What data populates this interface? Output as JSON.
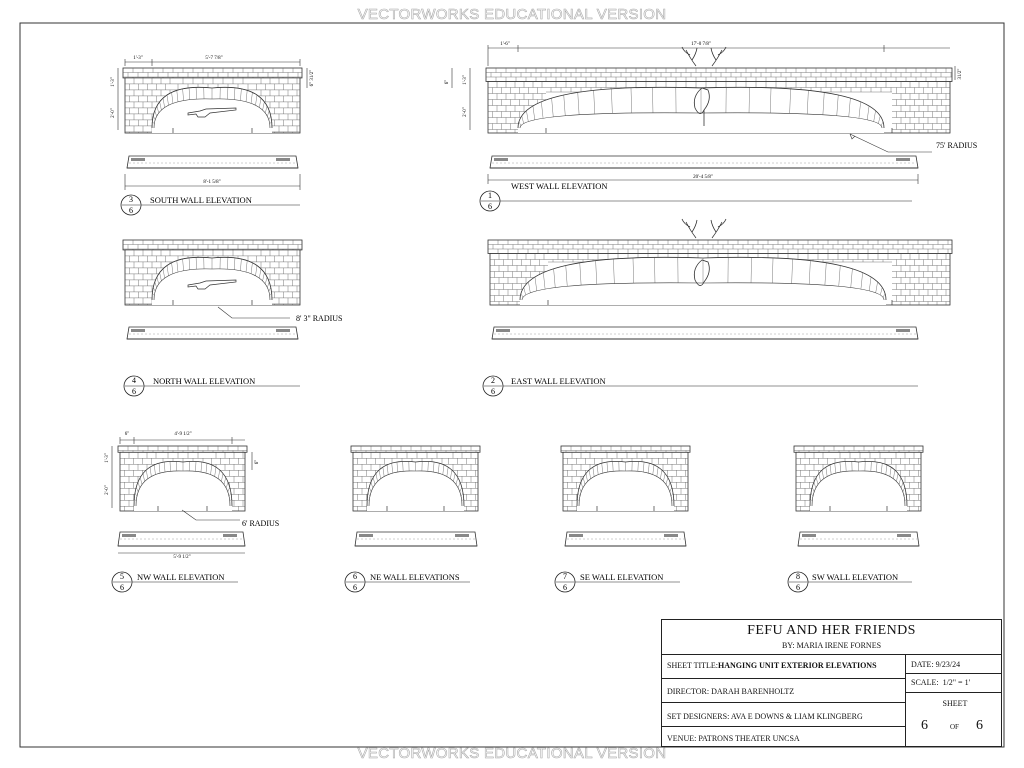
{
  "watermark": "VECTORWORKS EDUCATIONAL VERSION",
  "elevations": [
    {
      "num": "3",
      "sheet": "6",
      "label": "SOUTH WALL ELEVATION"
    },
    {
      "num": "1",
      "sheet": "6",
      "label": "WEST WALL ELEVATION"
    },
    {
      "num": "4",
      "sheet": "6",
      "label": "NORTH WALL ELEVATION"
    },
    {
      "num": "2",
      "sheet": "6",
      "label": "EAST WALL ELEVATION"
    },
    {
      "num": "5",
      "sheet": "6",
      "label": "NW WALL ELEVATION"
    },
    {
      "num": "6",
      "sheet": "6",
      "label": "NE WALL ELEVATIONS"
    },
    {
      "num": "7",
      "sheet": "6",
      "label": "SE WALL ELEVATION"
    },
    {
      "num": "8",
      "sheet": "6",
      "label": "SW WALL ELEVATION"
    }
  ],
  "radius_notes": {
    "west": "75' RADIUS",
    "north": "8' 3\" RADIUS",
    "nw": "6' RADIUS"
  },
  "dimensions": {
    "south_pier": "1'-3\"",
    "south_span": "5'-7 7/8\"",
    "south_height": "1'-3\"",
    "south_leg": "2'-0\"",
    "south_cap": "6\" 31/2\"",
    "south_total": "8'-1 5/8\"",
    "west_pier": "1'-6\"",
    "west_span": "17'-0 7/8\"",
    "west_top": "6\"",
    "west_height": "1'-3\"",
    "west_leg": "2'-0\"",
    "west_cap": "31/2\"",
    "west_total": "20'-4 5/8\"",
    "nw_pier": "6\"",
    "nw_span": "4'-9 1/2\"",
    "nw_height": "1'-3\"",
    "nw_leg": "2'-0\"",
    "nw_cap": "6\"",
    "nw_total": "5'-9 1/2\""
  },
  "title_block": {
    "title": "FEFU AND HER FRIENDS",
    "byline": "BY: MARIA IRENE FORNES",
    "sheet_title_label": "SHEET TITLE:",
    "sheet_title": "HANGING UNIT EXTERIOR ELEVATIONS",
    "date": "DATE: 9/23/24",
    "scale_label": "SCALE:",
    "scale": "1/2\" = 1'",
    "director": "DIRECTOR: DARAH BARENHOLTZ",
    "designers": "SET DESIGNERS: AVA E DOWNS & LIAM KLINGBERG",
    "venue": "VENUE: PATRONS THEATER UNCSA",
    "sheet_label": "SHEET",
    "sheet_number": "6",
    "of": "OF",
    "sheet_total": "6"
  }
}
